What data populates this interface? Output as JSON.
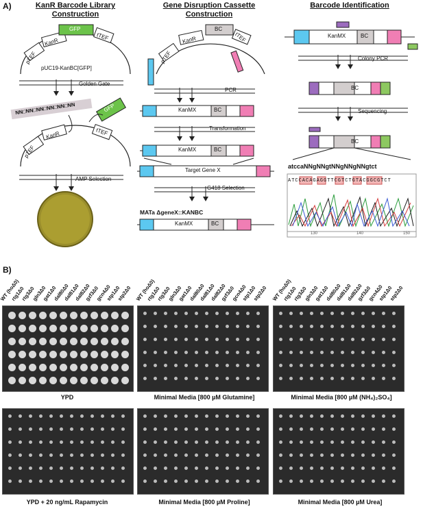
{
  "panel_a": {
    "letter": "A)",
    "col1": {
      "title_line1": "KanR Barcode Library",
      "title_line2": "Construction",
      "plasmid_name": "pUC19-KanBC[GFP]",
      "labels": {
        "ptef": "pTEF",
        "kan": "KanR",
        "gfp": "GFP",
        "ttef": "tTEF"
      },
      "step1": "Golden Gate",
      "barcode_seq": "NN□NN□NN□NN□NN□NN",
      "step2": "AMP Selection"
    },
    "col2": {
      "title_line1": "Gene Disruption Cassette",
      "title_line2": "Construction",
      "labels": {
        "ptef": "pTEF",
        "kan": "KanR",
        "bc": "BC",
        "ttef": "tTEF",
        "kanmx": "KanMX",
        "target": "Target Gene X"
      },
      "step1": "PCR",
      "step2": "Transformation",
      "step3": "G418 Selection",
      "genotype": "MATa ΔgeneX::KANBC"
    },
    "col3": {
      "title": "Barcode Identification",
      "labels": {
        "kanmx": "KanMX",
        "bc": "BC"
      },
      "step1": "Colony PCR",
      "step2": "Sequencing",
      "seq_top": "atccaNNgNNgtNNgNNgNNgtct",
      "seq_read": "ATCCACAGAGGTTCGTCTGTACGGCGTCT",
      "axis": [
        "130",
        "140",
        "150"
      ]
    }
  },
  "panel_b": {
    "letter": "B)",
    "strains": [
      "WT (hoΔ0)",
      "rtg1Δ0",
      "rtg3Δ0",
      "gln3Δ0",
      "gat1Δ0",
      "dal80Δ0",
      "dal81Δ0",
      "dal82Δ0",
      "gzf3Δ0",
      "gcn4Δ0",
      "stp1Δ0",
      "stp2Δ0"
    ],
    "plates": [
      {
        "caption": "YPD"
      },
      {
        "caption": "Minimal Media [800 µM Glutamine]"
      },
      {
        "caption": "Minimal Media [800 µM (NH₄)₂SO₄]"
      },
      {
        "caption": "YPD + 20 ng/mL Rapamycin"
      },
      {
        "caption": "Minimal Media [800 µM Proline]"
      },
      {
        "caption": "Minimal Media [800 µM Urea]"
      }
    ]
  }
}
